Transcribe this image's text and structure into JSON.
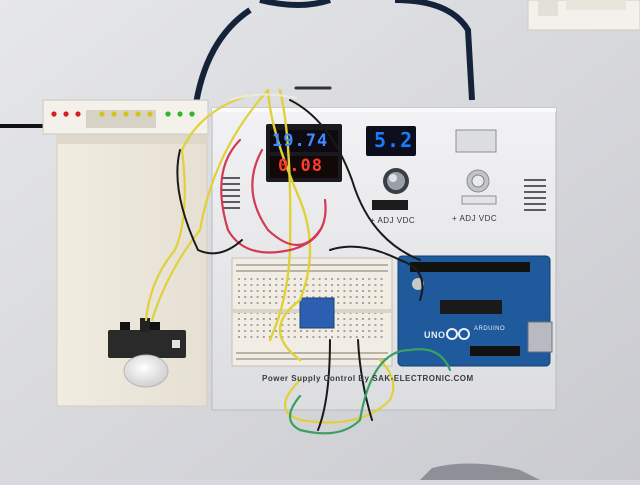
{
  "panel": {
    "voltmeter_voltage": "19.74",
    "voltmeter_current": "0.08",
    "blue_display": "5.2",
    "adj_label_left": "+ ADJ VDC",
    "adj_label_right": "+ ADJ VDC",
    "footer_text": "Power Supply Control By SAK-ELECTRONIC.COM"
  },
  "arduino": {
    "model": "UNO",
    "brand": "ARDUINO"
  },
  "colors": {
    "background": "#d9dadf",
    "panel": "#ecedef",
    "red_display": "#ff3b2b",
    "blue_display": "#1b7bff",
    "arduino_board": "#1f5a9c",
    "breadboard": "#f1ede4",
    "pir_board": "#2a2a2a",
    "led_bar_red": "#d42020",
    "led_bar_yellow": "#d8c11a",
    "led_bar_green": "#2fb52f"
  }
}
